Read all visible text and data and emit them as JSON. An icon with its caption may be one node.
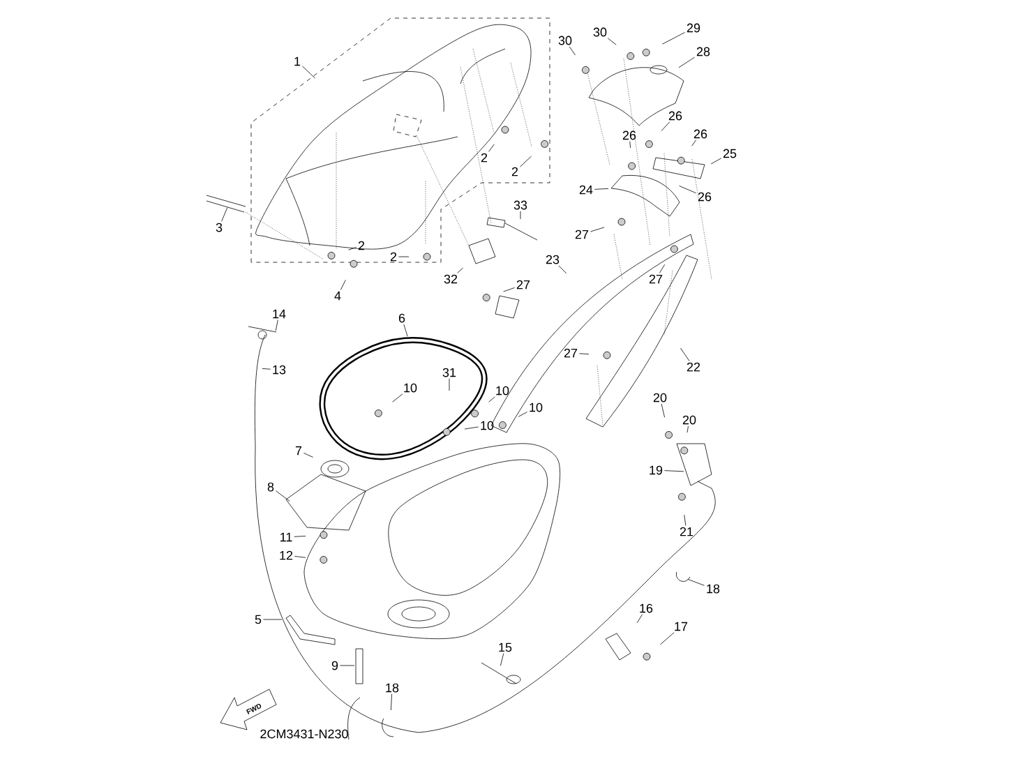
{
  "diagram": {
    "nodes": [
      {
        "text": [
          "29"
        ]
      },
      {
        "text": [
          "30"
        ]
      },
      {
        "text": [
          "30"
        ]
      },
      {
        "text": [
          "28"
        ]
      },
      {
        "text": [
          "1"
        ]
      },
      {
        "text": [
          "26"
        ]
      },
      {
        "text": [
          "26"
        ]
      },
      {
        "text": [
          "26"
        ]
      },
      {
        "text": [
          "25"
        ]
      },
      {
        "text": [
          "2"
        ]
      },
      {
        "text": [
          "2"
        ]
      },
      {
        "text": [
          "24"
        ]
      },
      {
        "text": [
          "26"
        ]
      },
      {
        "text": [
          "33"
        ]
      },
      {
        "text": [
          "3"
        ]
      },
      {
        "text": [
          "27"
        ]
      },
      {
        "text": [
          "2"
        ]
      },
      {
        "text": [
          "2"
        ]
      },
      {
        "text": [
          "23"
        ]
      },
      {
        "text": [
          "32"
        ]
      },
      {
        "text": [
          "27"
        ]
      },
      {
        "text": [
          "27"
        ]
      },
      {
        "text": [
          "4"
        ]
      },
      {
        "text": [
          "14"
        ]
      },
      {
        "text": [
          "6"
        ]
      },
      {
        "text": [
          "27"
        ]
      },
      {
        "text": [
          "22"
        ]
      },
      {
        "text": [
          "13"
        ]
      },
      {
        "text": [
          "31"
        ]
      },
      {
        "text": [
          "10"
        ]
      },
      {
        "text": [
          "10"
        ]
      },
      {
        "text": [
          "10"
        ]
      },
      {
        "text": [
          "20"
        ]
      },
      {
        "text": [
          "20"
        ]
      },
      {
        "text": [
          "10"
        ]
      },
      {
        "text": [
          "7"
        ]
      },
      {
        "text": [
          "19"
        ]
      },
      {
        "text": [
          "8"
        ]
      },
      {
        "text": [
          "21"
        ]
      },
      {
        "text": [
          "11"
        ]
      },
      {
        "text": [
          "12"
        ]
      },
      {
        "text": [
          "18"
        ]
      },
      {
        "text": [
          "16"
        ]
      },
      {
        "text": [
          "5"
        ]
      },
      {
        "text": [
          "17"
        ]
      },
      {
        "text": [
          "15"
        ]
      },
      {
        "text": [
          "9"
        ]
      },
      {
        "text": [
          "18"
        ]
      }
    ],
    "edges": [
      {
        "from": 0,
        "to": null,
        "arrow": "none"
      },
      {
        "from": 1,
        "to": null,
        "arrow": "none"
      },
      {
        "from": 2,
        "to": null,
        "arrow": "none"
      },
      {
        "from": 3,
        "to": null,
        "arrow": "none"
      },
      {
        "from": 4,
        "to": null,
        "arrow": "none"
      },
      {
        "from": 5,
        "to": null,
        "arrow": "none"
      },
      {
        "from": 6,
        "to": null,
        "arrow": "none"
      },
      {
        "from": 7,
        "to": null,
        "arrow": "none"
      },
      {
        "from": 8,
        "to": null,
        "arrow": "none"
      },
      {
        "from": 9,
        "to": null,
        "arrow": "none"
      },
      {
        "from": 10,
        "to": null,
        "arrow": "none"
      },
      {
        "from": 11,
        "to": null,
        "arrow": "none"
      },
      {
        "from": 12,
        "to": null,
        "arrow": "none"
      },
      {
        "from": 13,
        "to": null,
        "arrow": "none"
      },
      {
        "from": 14,
        "to": null,
        "arrow": "none"
      },
      {
        "from": 15,
        "to": null,
        "arrow": "none"
      },
      {
        "from": 16,
        "to": null,
        "arrow": "none"
      },
      {
        "from": 17,
        "to": null,
        "arrow": "none"
      },
      {
        "from": 18,
        "to": null,
        "arrow": "none"
      },
      {
        "from": 19,
        "to": null,
        "arrow": "none"
      },
      {
        "from": 20,
        "to": null,
        "arrow": "none"
      },
      {
        "from": 21,
        "to": null,
        "arrow": "none"
      },
      {
        "from": 22,
        "to": null,
        "arrow": "none"
      },
      {
        "from": 23,
        "to": null,
        "arrow": "none"
      },
      {
        "from": 24,
        "to": null,
        "arrow": "none"
      },
      {
        "from": 25,
        "to": null,
        "arrow": "none"
      },
      {
        "from": 26,
        "to": null,
        "arrow": "none"
      },
      {
        "from": 27,
        "to": null,
        "arrow": "none"
      },
      {
        "from": 28,
        "to": null,
        "arrow": "none"
      },
      {
        "from": 29,
        "to": null,
        "arrow": "none"
      },
      {
        "from": 30,
        "to": null,
        "arrow": "none"
      },
      {
        "from": 31,
        "to": null,
        "arrow": "none"
      },
      {
        "from": 32,
        "to": null,
        "arrow": "none"
      },
      {
        "from": 33,
        "to": null,
        "arrow": "none"
      },
      {
        "from": 34,
        "to": null,
        "arrow": "none"
      },
      {
        "from": 35,
        "to": null,
        "arrow": "none"
      },
      {
        "from": 36,
        "to": null,
        "arrow": "none"
      },
      {
        "from": 37,
        "to": null,
        "arrow": "none"
      },
      {
        "from": 38,
        "to": null,
        "arrow": "none"
      },
      {
        "from": 39,
        "to": null,
        "arrow": "none"
      },
      {
        "from": 40,
        "to": null,
        "arrow": "none"
      },
      {
        "from": 41,
        "to": null,
        "arrow": "none"
      },
      {
        "from": 42,
        "to": null,
        "arrow": "none"
      },
      {
        "from": 43,
        "to": null,
        "arrow": "none"
      },
      {
        "from": 44,
        "to": null,
        "arrow": "none"
      },
      {
        "from": 45,
        "to": null,
        "arrow": "none"
      },
      {
        "from": 46,
        "to": null,
        "arrow": "none"
      },
      {
        "from": 47,
        "to": null,
        "arrow": "none"
      }
    ],
    "labels": [
      "FWD",
      "2CM3431-N230"
    ]
  }
}
